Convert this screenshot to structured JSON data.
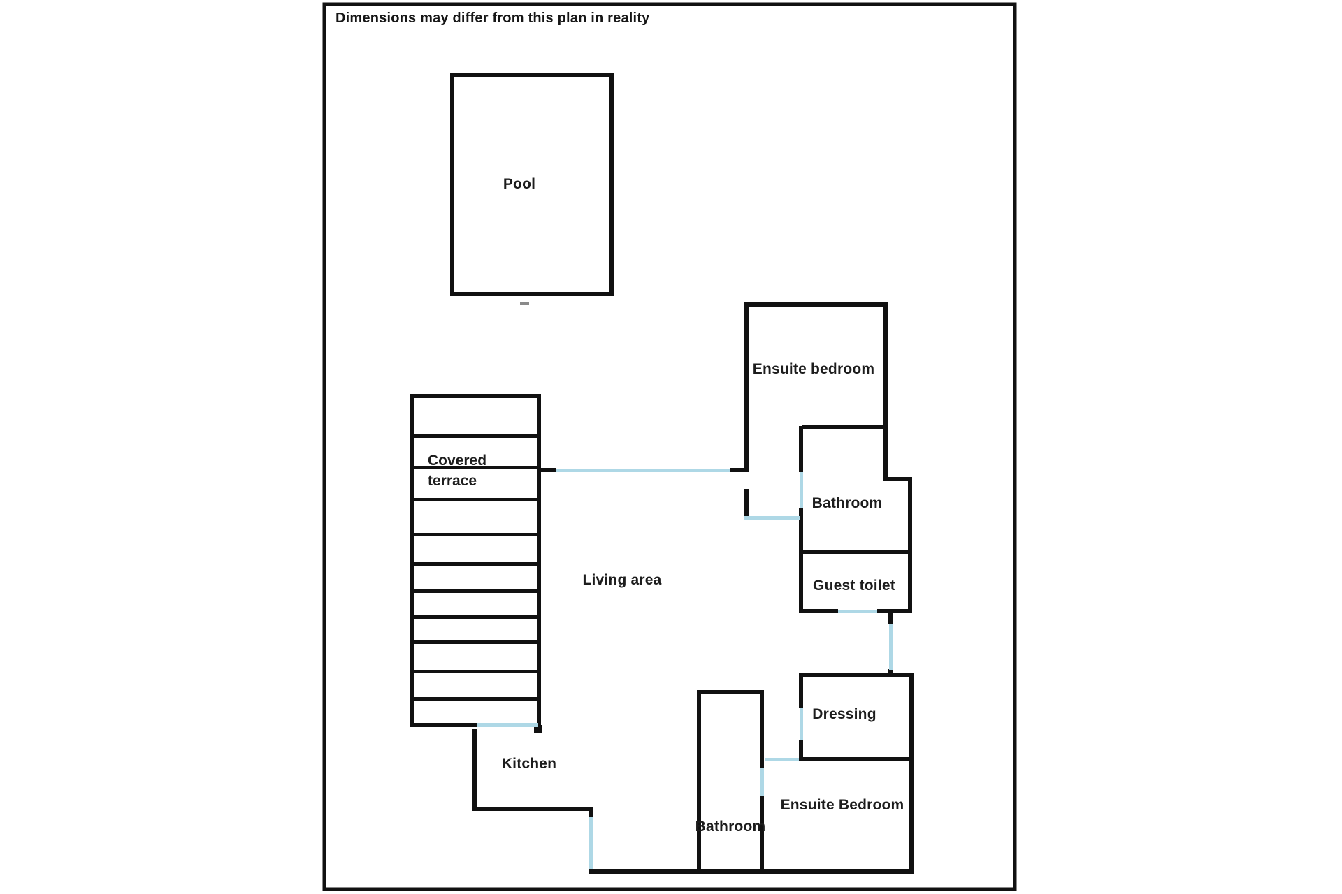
{
  "note": "Dimensions may differ from this plan in reality",
  "colors": {
    "wall": "#111111",
    "opening": "#aed8e6",
    "background": "#ffffff"
  },
  "rooms": {
    "pool": {
      "label": "Pool"
    },
    "covered_terrace": {
      "line1": "Covered",
      "line2": "terrace"
    },
    "living_area": {
      "label": "Living area"
    },
    "ensuite_bedroom_top": {
      "label": "Ensuite bedroom"
    },
    "bathroom_top": {
      "label": "Bathroom"
    },
    "guest_toilet": {
      "label": "Guest toilet"
    },
    "dressing": {
      "label": "Dressing"
    },
    "ensuite_bedroom_bottom": {
      "label": "Ensuite Bedroom"
    },
    "bathroom_bottom": {
      "label": "Bathroom"
    },
    "kitchen": {
      "label": "Kitchen"
    }
  }
}
